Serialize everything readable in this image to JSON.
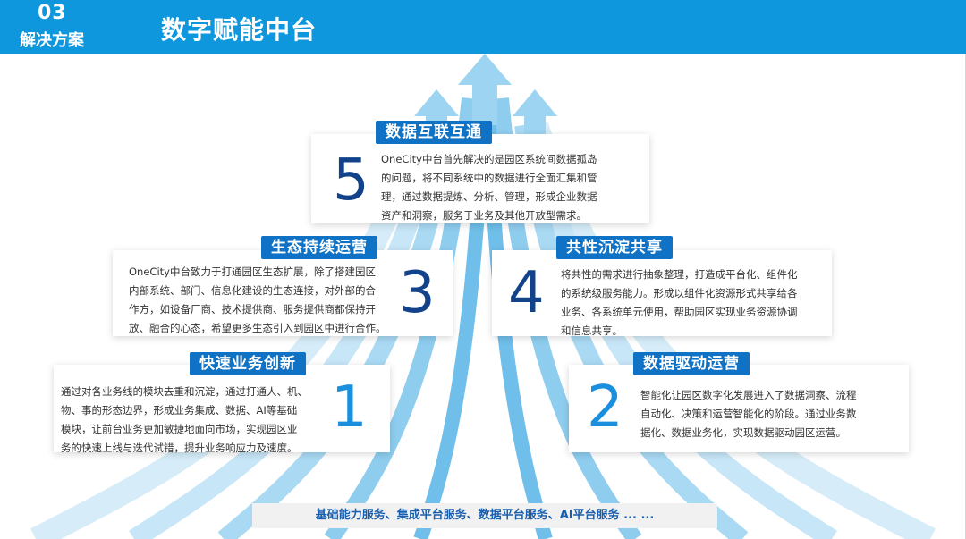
{
  "header": {
    "section_number": "03",
    "section_label": "解决方案",
    "title": "数字赋能中台"
  },
  "colors": {
    "header_bg": "#0f97dd",
    "badge_bg": "#0f72c4",
    "number_dark": "#12438a",
    "number_light": "#1a8fdd",
    "arrow_light": "#bfe2f6"
  },
  "cards": [
    {
      "number": "1",
      "badge": "快速业务创新",
      "lines": [
        "通过对各业务线的模块去重和沉淀，通过打通人、机、",
        "物、事的形态边界，形成业务集成、数据、AI等基础",
        "模块，让前台业务更加敏捷地面向市场，实现园区业",
        "务的快速上线与迭代试错，提升业务响应力及速度。"
      ]
    },
    {
      "number": "2",
      "badge": "数据驱动运营",
      "lines": [
        "智能化让园区数字化发展进入了数据洞察、流程",
        "自动化、决策和运营智能化的阶段。通过业务数",
        "据化、数据业务化，实现数据驱动园区运营。"
      ]
    },
    {
      "number": "3",
      "badge": "生态持续运营",
      "lines": [
        "OneCity中台致力于打通园区生态扩展，除了搭建园区",
        "内部系统、部门、信息化建设的生态连接，对外部的合",
        "作方，如设备厂商、技术提供商、服务提供商都保持开",
        "放、融合的心态，希望更多生态引入到园区中进行合作。"
      ]
    },
    {
      "number": "4",
      "badge": "共性沉淀共享",
      "lines": [
        "将共性的需求进行抽象整理，打造成平台化、组件化",
        "的系统级服务能力。形成以组件化资源形式共享给各",
        "业务、各系统单元使用，帮助园区实现业务资源协调",
        "和信息共享。"
      ]
    },
    {
      "number": "5",
      "badge": "数据互联互通",
      "lines": [
        "OneCity中台首先解决的是园区系统间数据孤岛",
        "的问题，将不同系统中的数据进行全面汇集和管",
        "理，通过数据提炼、分析、管理，形成企业数据",
        "资产和洞察，服务于业务及其他开放型需求。"
      ]
    }
  ],
  "footer": {
    "text": "基础能力服务、集成平台服务、数据平台服务、AI平台服务 ... ..."
  }
}
